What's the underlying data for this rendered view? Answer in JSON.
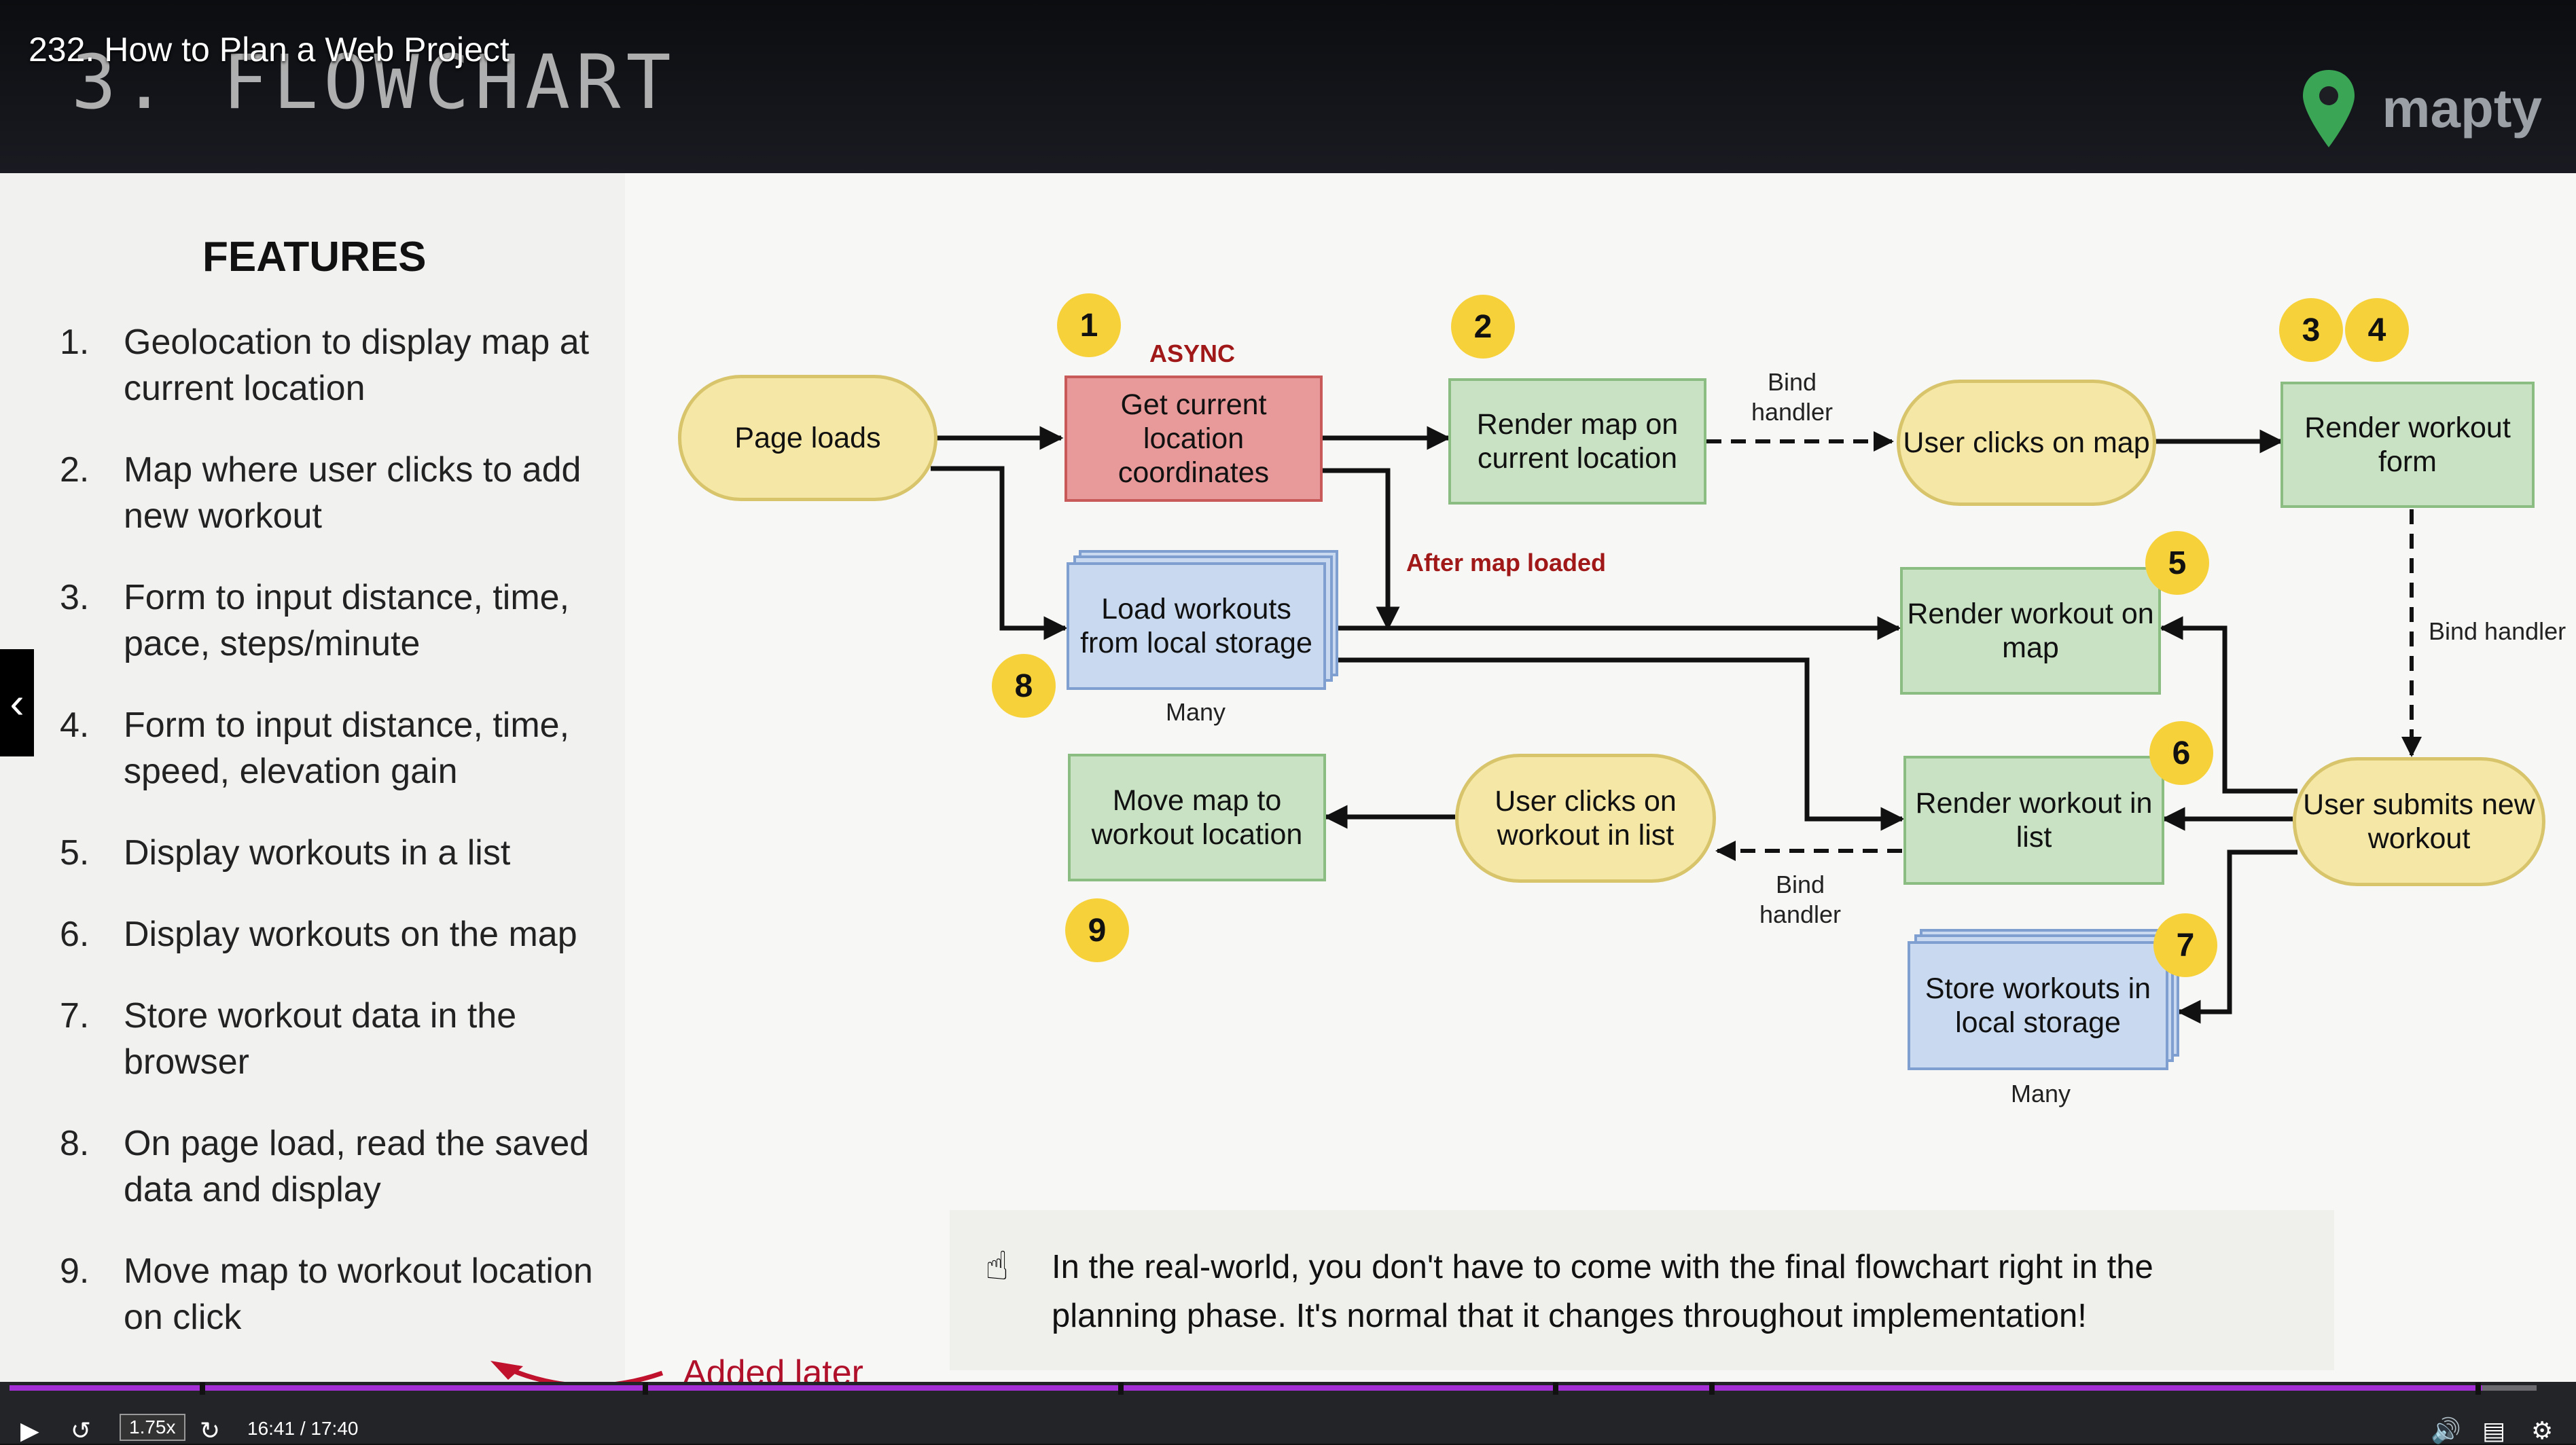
{
  "video": {
    "title": "232. How to Plan a Web Project",
    "speed": "1.75x",
    "time": "16:41 / 17:40"
  },
  "slide": {
    "title": "3. FLOWCHART",
    "logo_text": "mapty",
    "features_title": "FEATURES",
    "features": [
      {
        "num": "1.",
        "text": "Geolocation to display map at current location"
      },
      {
        "num": "2.",
        "text": "Map where user clicks to add new workout"
      },
      {
        "num": "3.",
        "text": "Form to input distance, time, pace, steps/minute"
      },
      {
        "num": "4.",
        "text": "Form to input distance, time, speed, elevation gain"
      },
      {
        "num": "5.",
        "text": "Display workouts in a list"
      },
      {
        "num": "6.",
        "text": "Display workouts on the map"
      },
      {
        "num": "7.",
        "text": "Store workout data in the browser"
      },
      {
        "num": "8.",
        "text": "On page load, read the saved data and display"
      },
      {
        "num": "9.",
        "text": "Move map to workout location on click"
      }
    ],
    "annotation": "Added later",
    "note": "In the real-world, you don't have to come with the final flowchart right in the planning phase. It's normal that it changes throughout implementation!",
    "icons": {
      "note": "pointing-hand-icon",
      "logo": "map-pin-icon"
    }
  },
  "flowchart": {
    "nodes": {
      "page_loads": "Page loads",
      "get_location": "Get current location coordinates",
      "render_map": "Render map on current location",
      "user_clicks_map": "User clicks on map",
      "render_form": "Render workout form",
      "load_workouts": "Load workouts from local storage",
      "render_on_map": "Render workout on map",
      "move_map": "Move map to workout location",
      "user_clicks_list": "User clicks on workout in list",
      "render_in_list": "Render workout in list",
      "user_submits": "User submits new workout",
      "store_workouts": "Store workouts in local storage"
    },
    "labels": {
      "async": "ASYNC",
      "after_map_loaded": "After map loaded",
      "bind_handler_1": "Bind handler",
      "bind_handler_2": "Bind handler",
      "bind_handler_3": "Bind handler",
      "many_1": "Many",
      "many_2": "Many"
    },
    "badges": [
      "1",
      "2",
      "3",
      "4",
      "5",
      "6",
      "7",
      "8",
      "9"
    ],
    "colors": {
      "pill": "#f5e7a5",
      "red": "#e89a9a",
      "green": "#c8e2c3",
      "blue": "#c8d9f0",
      "badge": "#f7d13a",
      "progress": "#a42fd6"
    }
  }
}
